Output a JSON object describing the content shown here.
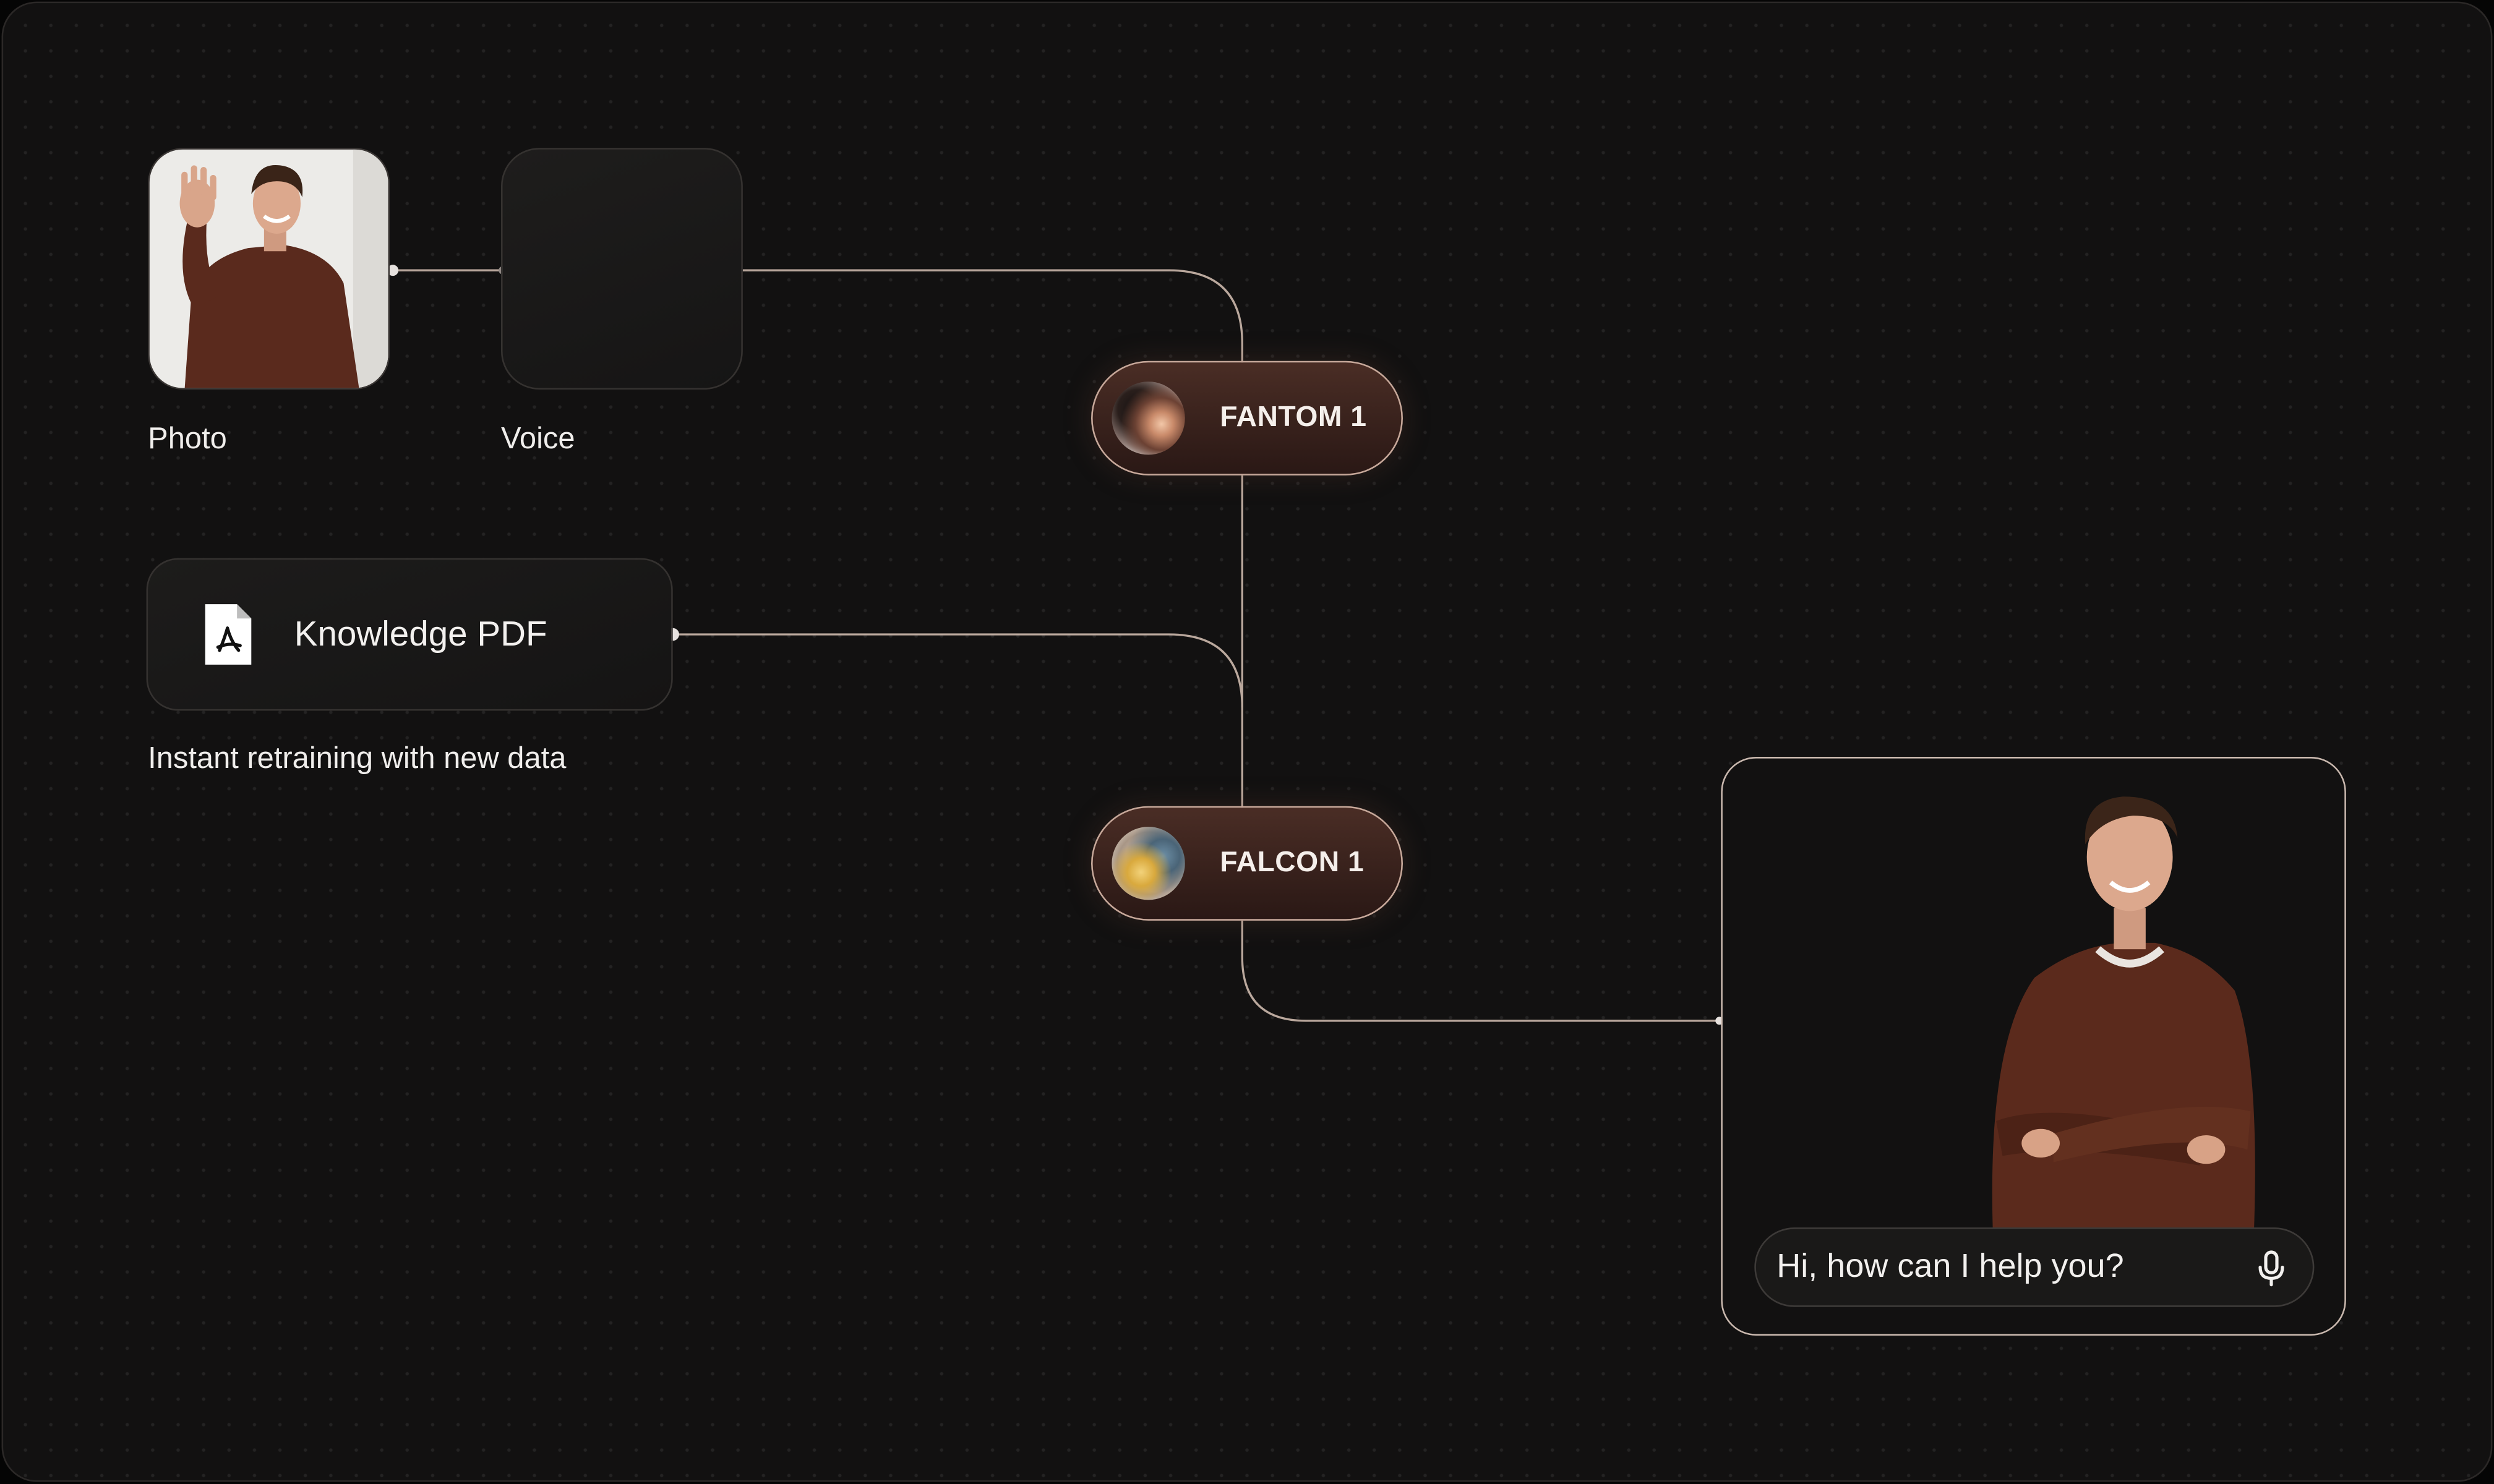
{
  "colors": {
    "background": "#121111",
    "connector": "#d8c3b6",
    "pill_border": "#c7a89a",
    "pill_fill": "#3a231d",
    "text": "#f0eeec"
  },
  "inputs": {
    "photo_caption": "Photo",
    "voice_caption": "Voice",
    "knowledge_label": "Knowledge PDF",
    "knowledge_caption": "Instant retraining with new data"
  },
  "models": [
    {
      "label": "FANTOM 1",
      "icon": "fantom-orb-icon"
    },
    {
      "label": "FALCON 1",
      "icon": "falcon-orb-icon"
    }
  ],
  "avatar": {
    "chat_placeholder": "Hi, how can I help you?",
    "mic_icon": "microphone-icon"
  },
  "icons": {
    "pdf": "pdf-document-icon",
    "voice": "sound-waveform-icon"
  }
}
